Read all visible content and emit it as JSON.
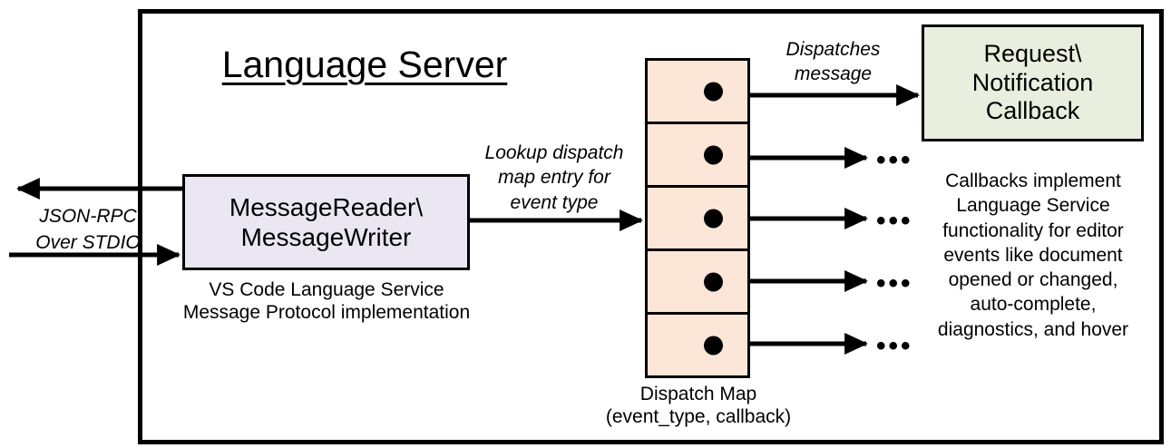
{
  "diagram": {
    "title": "Language Server",
    "container_name": "language-server-boundary"
  },
  "nodes": {
    "message_reader": {
      "label": "MessageReader\\\nMessageWriter",
      "caption": "VS Code Language Service\nMessage Protocol implementation",
      "fill": "#EAE7F2"
    },
    "dispatch_map": {
      "caption": "Dispatch Map\n(event_type, callback)",
      "fill": "#FBE6D7",
      "cell_count": 5,
      "cells": [
        {
          "name": "dispatch-entry-1"
        },
        {
          "name": "dispatch-entry-2"
        },
        {
          "name": "dispatch-entry-3"
        },
        {
          "name": "dispatch-entry-4"
        },
        {
          "name": "dispatch-entry-5"
        }
      ]
    },
    "callback": {
      "label": "Request\\\nNotification\nCallback",
      "caption": "Callbacks implement\nLanguage Service\nfunctionality for editor\nevents like document\nopened or changed,\nauto-complete,\ndiagnostics, and hover",
      "fill": "#E9EFDE"
    }
  },
  "edges": {
    "json_rpc": "JSON-RPC\nOver STDIO",
    "lookup": "Lookup dispatch\nmap entry for\nevent type",
    "dispatches": "Dispatches\nmessage",
    "ellipsis": "•••"
  },
  "colors": {
    "stroke": "#000000",
    "background": "#FFFFFF",
    "message_reader_fill": "#EAE7F2",
    "dispatch_map_fill": "#FBE6D7",
    "callback_fill": "#E9EFDE"
  }
}
